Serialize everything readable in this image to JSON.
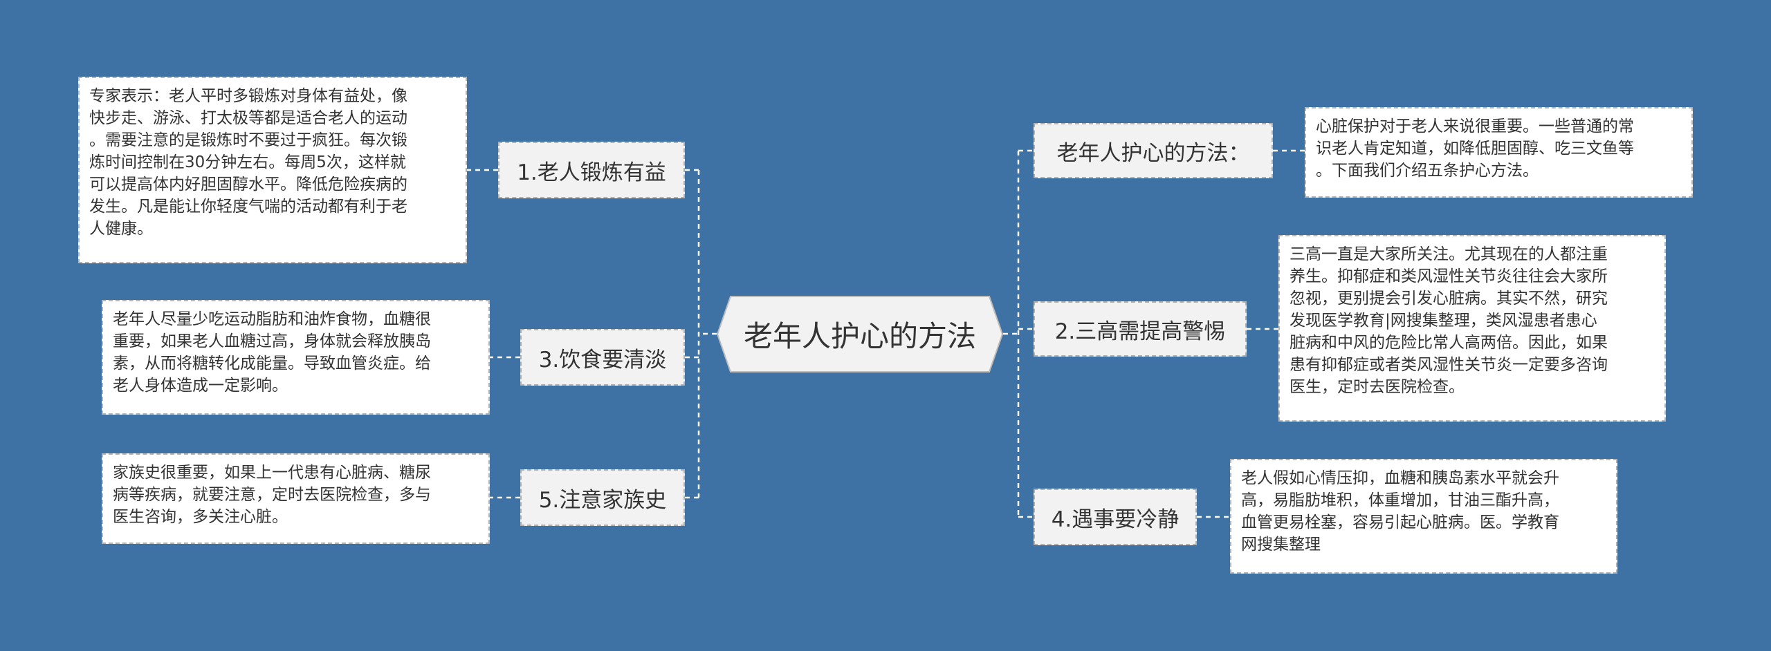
{
  "center": {
    "label": "老年人护心的方法"
  },
  "branches": {
    "exercise": {
      "label": "1.老人锻炼有益",
      "note": [
        "专家表示：老人平时多锻炼对身体有益处，像",
        "快步走、游泳、打太极等都是适合老人的运动",
        "。需要注意的是锻炼时不要过于疯狂。每次锻",
        "炼时间控制在30分钟左右。每周5次，这样就",
        "可以提高体内好胆固醇水平。降低危险疾病的",
        "发生。凡是能让你轻度气喘的活动都有利于老",
        "人健康。"
      ]
    },
    "diet": {
      "label": "3.饮食要清淡",
      "note": [
        "老年人尽量少吃运动脂肪和油炸食物，血糖很",
        "重要，如果老人血糖过高，身体就会释放胰岛",
        "素，从而将糖转化成能量。导致血管炎症。给",
        "老人身体造成一定影响。"
      ]
    },
    "family": {
      "label": "5.注意家族史",
      "note": [
        "家族史很重要，如果上一代患有心脏病、糖尿",
        "病等疾病，就要注意，定时去医院检查，多与",
        "医生咨询，多关注心脏。"
      ]
    },
    "intro": {
      "label": "老年人护心的方法：",
      "note": [
        "心脏保护对于老人来说很重要。一些普通的常",
        "识老人肯定知道，如降低胆固醇、吃三文鱼等",
        "。下面我们介绍五条护心方法。"
      ]
    },
    "three_highs": {
      "label": "2.三高需提高警惕",
      "note": [
        "三高一直是大家所关注。尤其现在的人都注重",
        "养生。抑郁症和类风湿性关节炎往往会大家所",
        "忽视，更别提会引发心脏病。其实不然，研究",
        "发现医学教育|网搜集整理，类风湿患者患心",
        "脏病和中风的危险比常人高两倍。因此，如果",
        "患有抑郁症或者类风湿性关节炎一定要多咨询",
        "医生，定时去医院检查。"
      ]
    },
    "calm": {
      "label": "4.遇事要冷静",
      "note": [
        "老人假如心情压抑，血糖和胰岛素水平就会升",
        "高，易脂肪堆积，体重增加，甘油三酯升高，",
        "血管更易栓塞，容易引起心脏病。医。学教育",
        "网搜集整理"
      ]
    }
  },
  "colors": {
    "background": "#3e72a5",
    "node_fill": "#f2f2f2",
    "note_fill": "#ffffff",
    "connector": "#ffffff"
  }
}
